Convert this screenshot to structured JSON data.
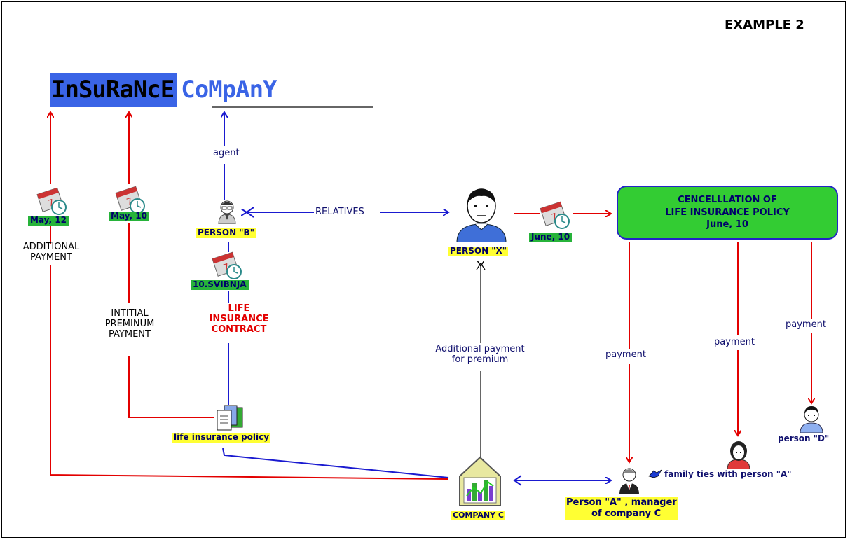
{
  "example_label": "EXAMPLE 2",
  "logo": {
    "part1": "InSuRaNcE",
    "part2": "CoMpAnY"
  },
  "labels": {
    "agent": "agent",
    "relatives": "RELATIVES",
    "person_b": "PERSON \"B\"",
    "person_x": "PERSON \"X\"",
    "date_may12": "May, 12",
    "date_may10": "May, 10",
    "date_svibnja": "10.SVIBNJA",
    "date_june10": "June, 10",
    "additional_payment": [
      "ADDITIONAL",
      "PAYMENT"
    ],
    "initial_payment": [
      "INTITIAL",
      "PREMINUM",
      "PAYMENT"
    ],
    "life_contract": [
      "LIFE",
      "INSURANCE",
      "CONTRACT"
    ],
    "additional_premium": [
      "Additional payment",
      "for premium"
    ],
    "payment": "payment",
    "policy": "life insurance policy",
    "company_c": "COMPANY C",
    "person_a": [
      "Person \"A\" , manager",
      "of company C"
    ],
    "family_ties": "family ties with person \"A\"",
    "person_d": "person \"D\""
  },
  "cancellation": {
    "line1": "CENCELLLATION OF",
    "line2": "LIFE INSURANCE POLICY",
    "line3": "June, 10"
  },
  "colors": {
    "red": "#e30000",
    "blue": "#1a1ad0",
    "navy": "#10106e",
    "highlight": "#ffff33",
    "date_green": "#27b33a",
    "box_green": "#33cc33",
    "logo_blue": "#3a64e6"
  },
  "icons": [
    "calendar-clock-icon",
    "agent-person-icon",
    "person-icon",
    "documents-icon",
    "company-building-icon",
    "manager-person-icon",
    "woman-person-icon",
    "handshake-icon"
  ]
}
